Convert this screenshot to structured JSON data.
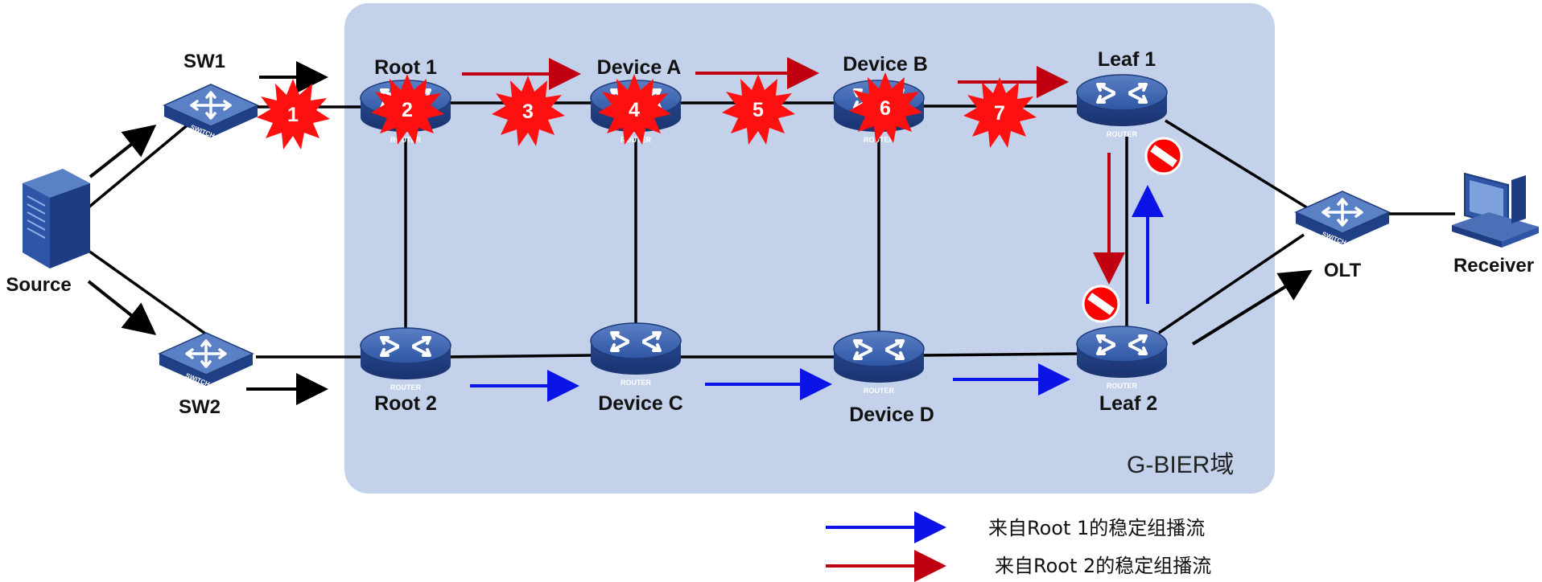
{
  "domain_label": "G-BIER域",
  "nodes": {
    "source": "Source",
    "sw1": "SW1",
    "sw2": "SW2",
    "root1": "Root 1",
    "root2": "Root 2",
    "device_a": "Device A",
    "device_b": "Device B",
    "device_c": "Device C",
    "device_d": "Device D",
    "leaf1": "Leaf 1",
    "leaf2": "Leaf 2",
    "olt": "OLT",
    "receiver": "Receiver"
  },
  "device_badges": {
    "router": "ROUTER",
    "switch": "SWITCH"
  },
  "fault_markers": [
    "1",
    "2",
    "3",
    "4",
    "5",
    "6",
    "7"
  ],
  "legend": [
    {
      "text": "来自Root 1的稳定组播流",
      "color": "#0a14e6"
    },
    {
      "text": "来自Root 2的稳定组播流",
      "color": "#c00010"
    }
  ],
  "colors": {
    "domain_fill": "#c3d1ea",
    "router_body": "#2d4f9a",
    "blue_flow": "#0a14e6",
    "red_flow": "#c00010",
    "black_flow": "#000000",
    "fault": "#ff1010"
  }
}
